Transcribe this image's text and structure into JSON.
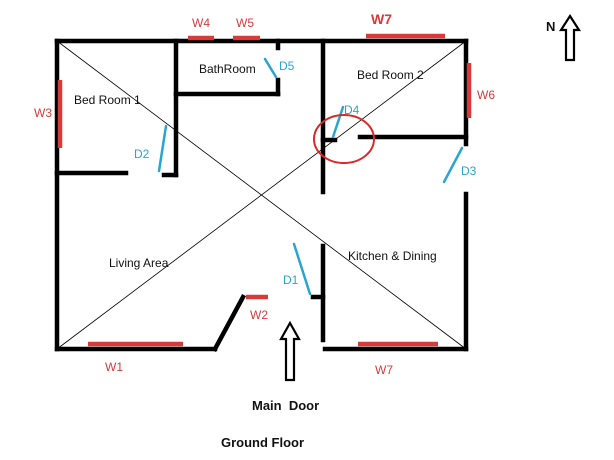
{
  "colors": {
    "wall": "#000000",
    "window": "#d83a3a",
    "door": "#2aa5cf",
    "highlight_circle": "#d82a2a"
  },
  "compass": {
    "label": "N",
    "icon": "north-arrow-icon"
  },
  "rooms": {
    "bed_room_1": "Bed Room 1",
    "bathroom": "BathRoom",
    "bed_room_2": "Bed Room 2",
    "living_area": "Living Area",
    "kitchen_dining": "Kitchen & Dining"
  },
  "windows": {
    "w1": "W1",
    "w2": "W2",
    "w3": "W3",
    "w4": "W4",
    "w5": "W5",
    "w6": "W6",
    "w7_top": "W7",
    "w7_bottom": "W7"
  },
  "doors": {
    "d1": "D1",
    "d2": "D2",
    "d3": "D3",
    "d4": "D4",
    "d5": "D5"
  },
  "main_door": {
    "label": "Main  Door",
    "icon": "entry-arrow-icon"
  },
  "floor_label": "Ground Floor"
}
